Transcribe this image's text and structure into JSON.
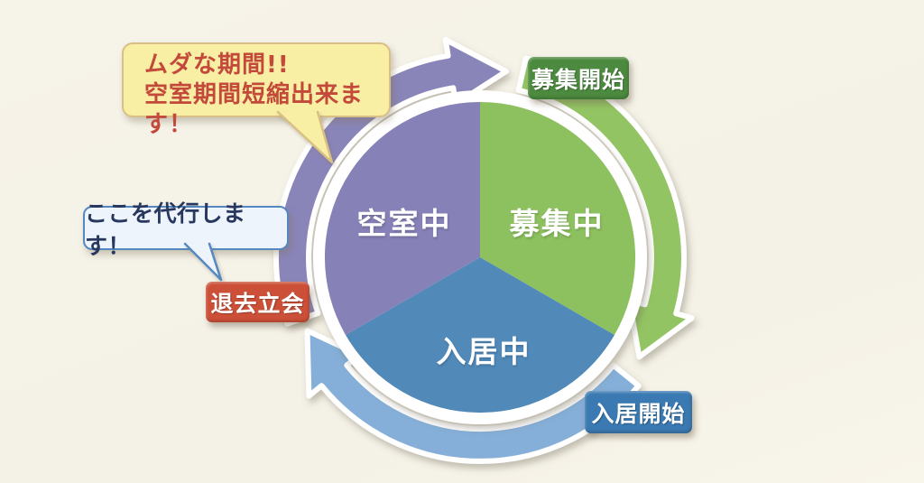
{
  "colors": {
    "background": "#F5F2E8",
    "pie_purple": "#8681B6",
    "pie_green": "#8DC05F",
    "pie_blue": "#5189B9",
    "arc_purple": "#8A85B9",
    "arc_green": "#93C463",
    "arc_blue": "#85AFD8",
    "badge_green": "#4C8A3F",
    "badge_blue": "#3A79B1",
    "badge_red": "#CC5038",
    "callout_yellow_bg": "#F8EFA4",
    "callout_yellow_border": "#D9BF85",
    "callout_yellow_text": "#C3493A",
    "callout_blue_bg": "#EEF4FB",
    "callout_blue_border": "#5588C0",
    "callout_blue_text": "#27375E",
    "label_white": "#FFFFFF"
  },
  "cycle": {
    "segments": [
      {
        "id": "vacant",
        "label": "空室中"
      },
      {
        "id": "recruiting",
        "label": "募集中"
      },
      {
        "id": "occupied",
        "label": "入居中"
      }
    ],
    "milestones": [
      {
        "id": "recruit-start",
        "label": "募集開始"
      },
      {
        "id": "movein-start",
        "label": "入居開始"
      },
      {
        "id": "moveout-inspection",
        "label": "退去立会"
      }
    ]
  },
  "callouts": {
    "yellow": {
      "line1": "ムダな期間!!",
      "line2": "空室期間短縮出来ます！"
    },
    "blue": {
      "text": "ここを代行します！"
    }
  }
}
